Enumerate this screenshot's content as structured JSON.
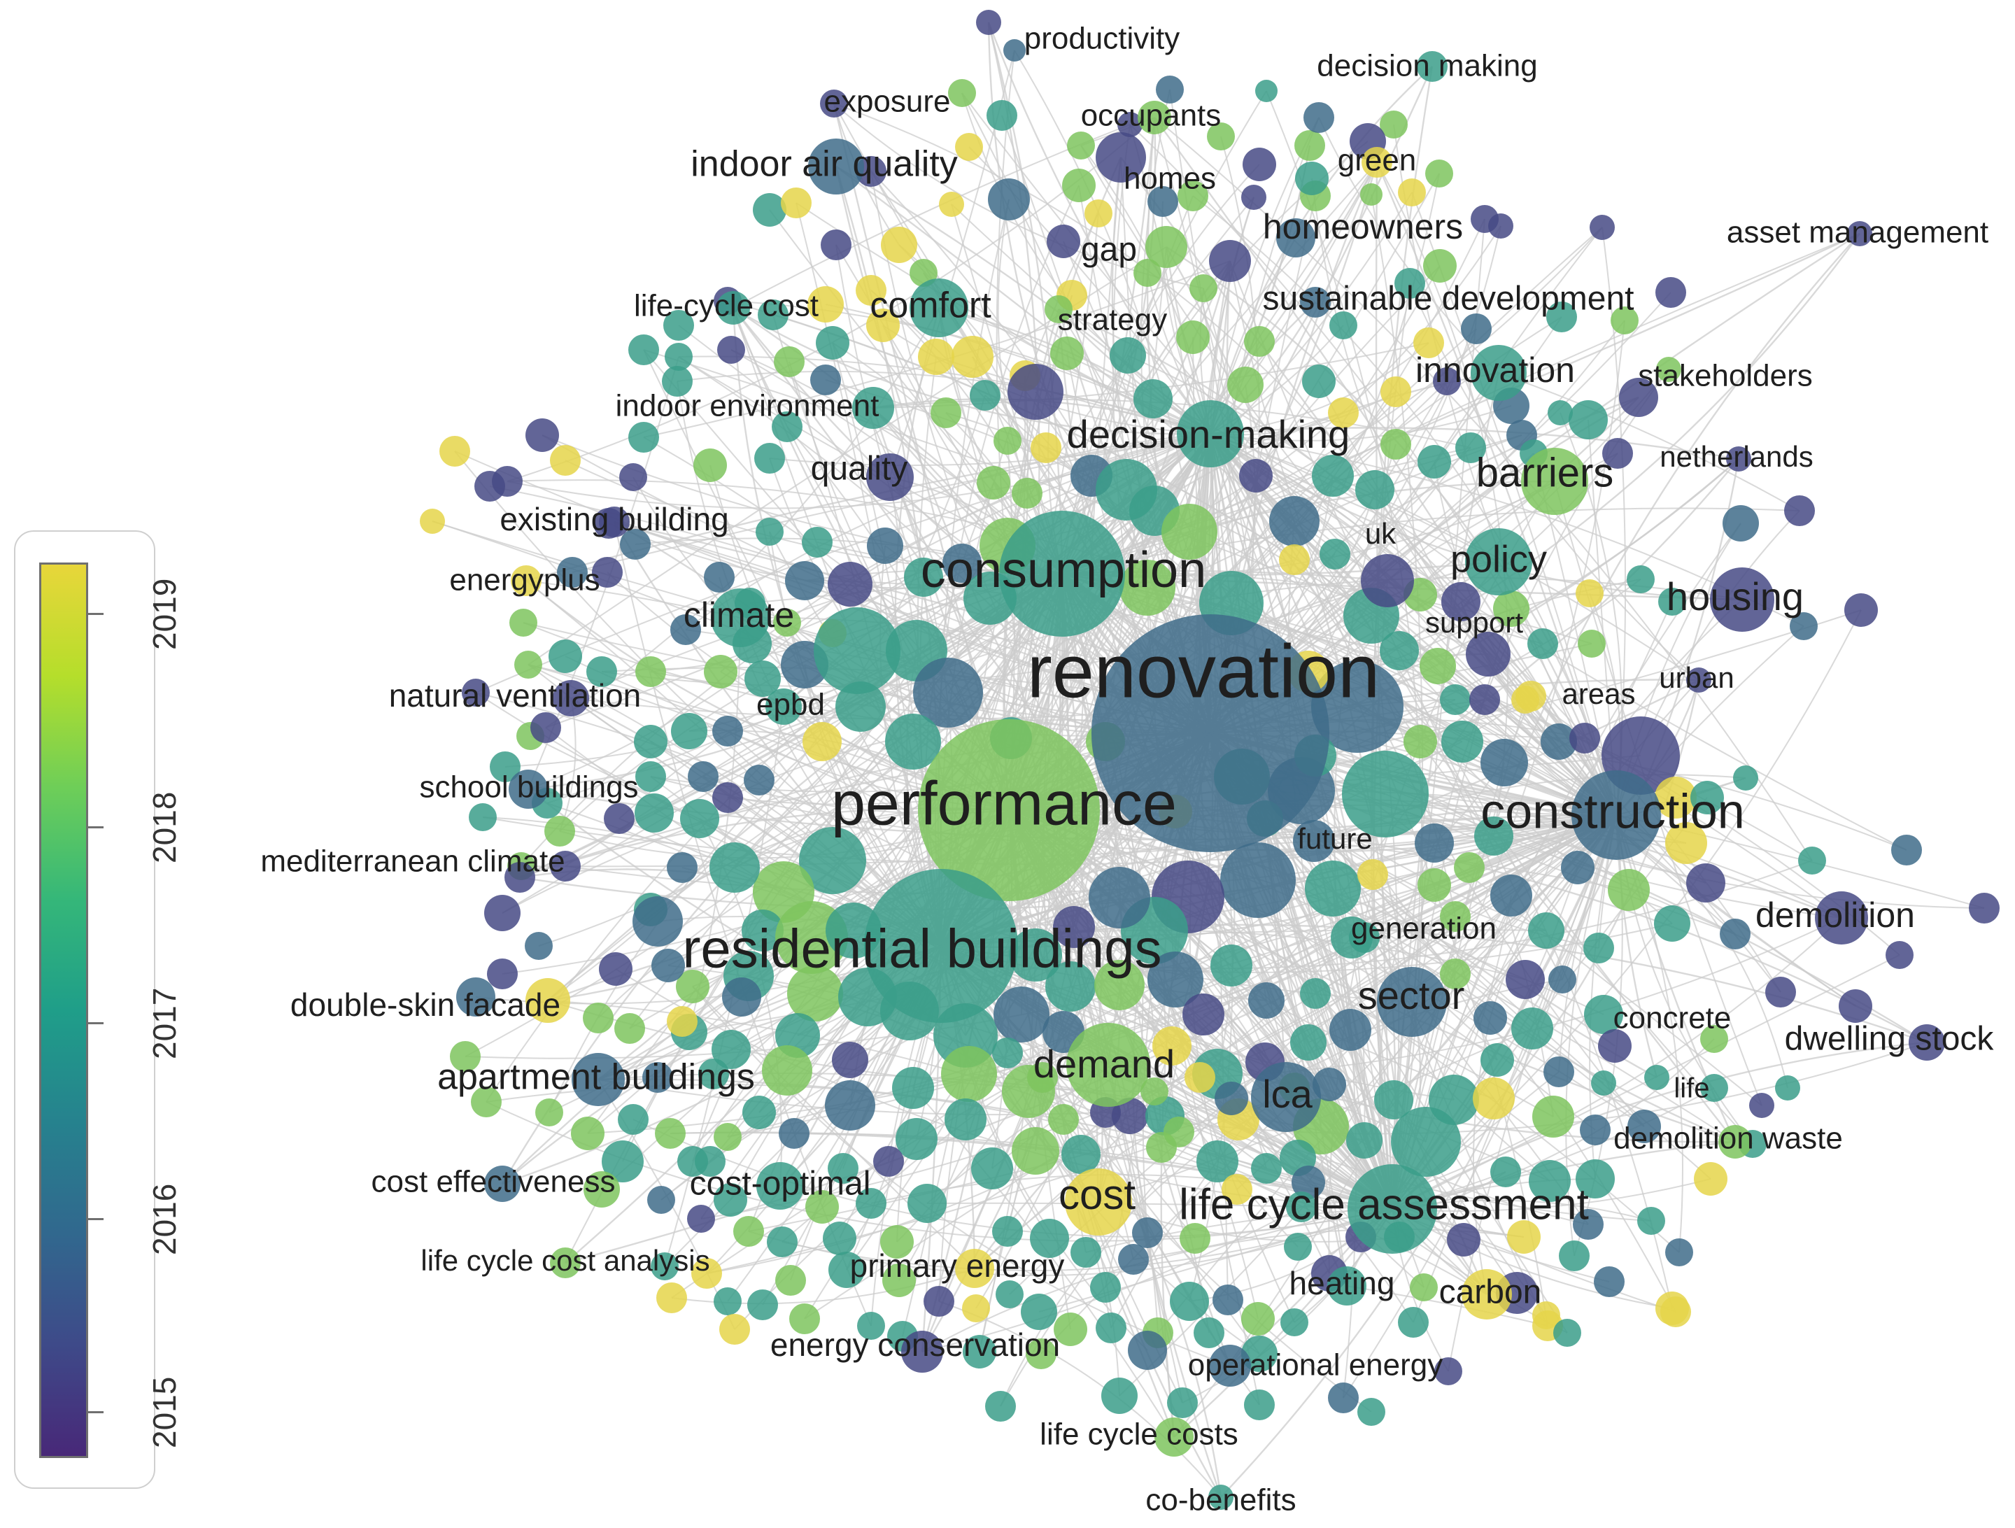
{
  "legend": {
    "years": [
      "2015",
      "2016",
      "2017",
      "2018",
      "2019"
    ],
    "gradient_colors": [
      "#482878",
      "#3e4a89",
      "#31688e",
      "#26828e",
      "#1f9e89",
      "#35b779",
      "#6ece58",
      "#b5de2b",
      "#e8d63a"
    ]
  },
  "palette": {
    "p15": "#464a85",
    "p16": "#3f6c8a",
    "p17": "#3b9e8a",
    "p18": "#7ec45e",
    "p19": "#e5d54a",
    "edge": "#cccccc"
  },
  "keywords": [
    {
      "text": "productivity",
      "c": "p15"
    },
    {
      "text": "decision making",
      "c": "p17"
    },
    {
      "text": "exposure",
      "c": "p15"
    },
    {
      "text": "occupants",
      "c": "p18"
    },
    {
      "text": "indoor air quality",
      "c": "p16"
    },
    {
      "text": "green",
      "c": "p19"
    },
    {
      "text": "homes",
      "c": "p15"
    },
    {
      "text": "homeowners",
      "c": "p15"
    },
    {
      "text": "asset management",
      "c": "p15"
    },
    {
      "text": "gap",
      "c": "p18"
    },
    {
      "text": "life-cycle cost",
      "c": "p17"
    },
    {
      "text": "comfort",
      "c": "p17"
    },
    {
      "text": "strategy",
      "c": "p18"
    },
    {
      "text": "sustainable development",
      "c": "p16"
    },
    {
      "text": "innovation",
      "c": "p17"
    },
    {
      "text": "stakeholders",
      "c": "p15"
    },
    {
      "text": "indoor environment",
      "c": "p17"
    },
    {
      "text": "decision-making",
      "c": "p17"
    },
    {
      "text": "quality",
      "c": "p15"
    },
    {
      "text": "barriers",
      "c": "p18"
    },
    {
      "text": "netherlands",
      "c": "p15"
    },
    {
      "text": "existing building",
      "c": "p15"
    },
    {
      "text": "uk",
      "c": "p15"
    },
    {
      "text": "policy",
      "c": "p17"
    },
    {
      "text": "energyplus",
      "c": "p19"
    },
    {
      "text": "consumption",
      "c": "p17"
    },
    {
      "text": "housing",
      "c": "p15"
    },
    {
      "text": "climate",
      "c": "p17"
    },
    {
      "text": "support",
      "c": "p15"
    },
    {
      "text": "renovation",
      "c": "p16"
    },
    {
      "text": "urban",
      "c": "p15"
    },
    {
      "text": "areas",
      "c": "p19"
    },
    {
      "text": "natural ventilation",
      "c": "p15"
    },
    {
      "text": "epbd",
      "c": "p17"
    },
    {
      "text": "school buildings",
      "c": "p16"
    },
    {
      "text": "performance",
      "c": "p18"
    },
    {
      "text": "construction",
      "c": "p16"
    },
    {
      "text": "future",
      "c": "p16"
    },
    {
      "text": "mediterranean climate",
      "c": "p15"
    },
    {
      "text": "demolition",
      "c": "p15"
    },
    {
      "text": "generation",
      "c": "p17"
    },
    {
      "text": "residential buildings",
      "c": "p17"
    },
    {
      "text": "sector",
      "c": "p16"
    },
    {
      "text": "double-skin facade",
      "c": "p19"
    },
    {
      "text": "concrete",
      "c": "p15"
    },
    {
      "text": "dwelling stock",
      "c": "p15"
    },
    {
      "text": "demand",
      "c": "p18"
    },
    {
      "text": "apartment buildings",
      "c": "p16"
    },
    {
      "text": "lca",
      "c": "p16"
    },
    {
      "text": "life",
      "c": "p17"
    },
    {
      "text": "demolition waste",
      "c": "p18"
    },
    {
      "text": "cost effectiveness",
      "c": "p16"
    },
    {
      "text": "cost-optimal",
      "c": "p17"
    },
    {
      "text": "cost",
      "c": "p19"
    },
    {
      "text": "life cycle assessment",
      "c": "p17"
    },
    {
      "text": "life cycle cost analysis",
      "c": "p18"
    },
    {
      "text": "primary energy",
      "c": "p19"
    },
    {
      "text": "heating",
      "c": "p17"
    },
    {
      "text": "carbon",
      "c": "p19"
    },
    {
      "text": "energy conservation",
      "c": "p15"
    },
    {
      "text": "operational energy",
      "c": "p16"
    },
    {
      "text": "life cycle costs",
      "c": "p18"
    },
    {
      "text": "co-benefits",
      "c": "p17"
    }
  ]
}
